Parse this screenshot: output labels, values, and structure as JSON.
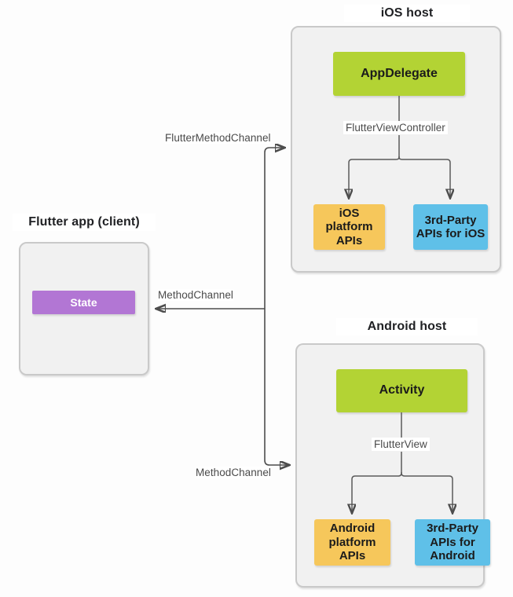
{
  "diagram": {
    "title_ios": "iOS host",
    "title_android": "Android host",
    "title_flutter": "Flutter app (client)"
  },
  "flutter_app": {
    "label": "Flutter app (client)",
    "state_node": "State"
  },
  "ios_host": {
    "label": "iOS host",
    "root_node": "AppDelegate",
    "connector_label": "FlutterViewController",
    "platform_apis": "iOS\nplatform\nAPIs",
    "platform_apis_lines": [
      "iOS",
      "platform",
      "APIs"
    ],
    "third_party": "3rd-Party\nAPIs for iOS",
    "third_party_lines": [
      "3rd-Party",
      "APIs for iOS"
    ]
  },
  "android_host": {
    "label": "Android host",
    "root_node": "Activity",
    "connector_label": "FlutterView",
    "platform_apis": "Android\nplatform\nAPIs",
    "platform_apis_lines": [
      "Android",
      "platform",
      "APIs"
    ],
    "third_party": "3rd-Party\nAPIs for\nAndroid",
    "third_party_lines": [
      "3rd-Party",
      "APIs for",
      "Android"
    ]
  },
  "channels": {
    "ios_channel": "FlutterMethodChannel",
    "client_channel": "MethodChannel",
    "android_channel": "MethodChannel"
  },
  "colors": {
    "green": "#b3d334",
    "orange": "#f6c75b",
    "blue": "#5fc0e8",
    "purple": "#b276d4",
    "panel_fill": "#f1f1f1",
    "panel_border": "#c9c9c9",
    "wire": "#4d4d4d",
    "background": "#fdfdfd"
  }
}
